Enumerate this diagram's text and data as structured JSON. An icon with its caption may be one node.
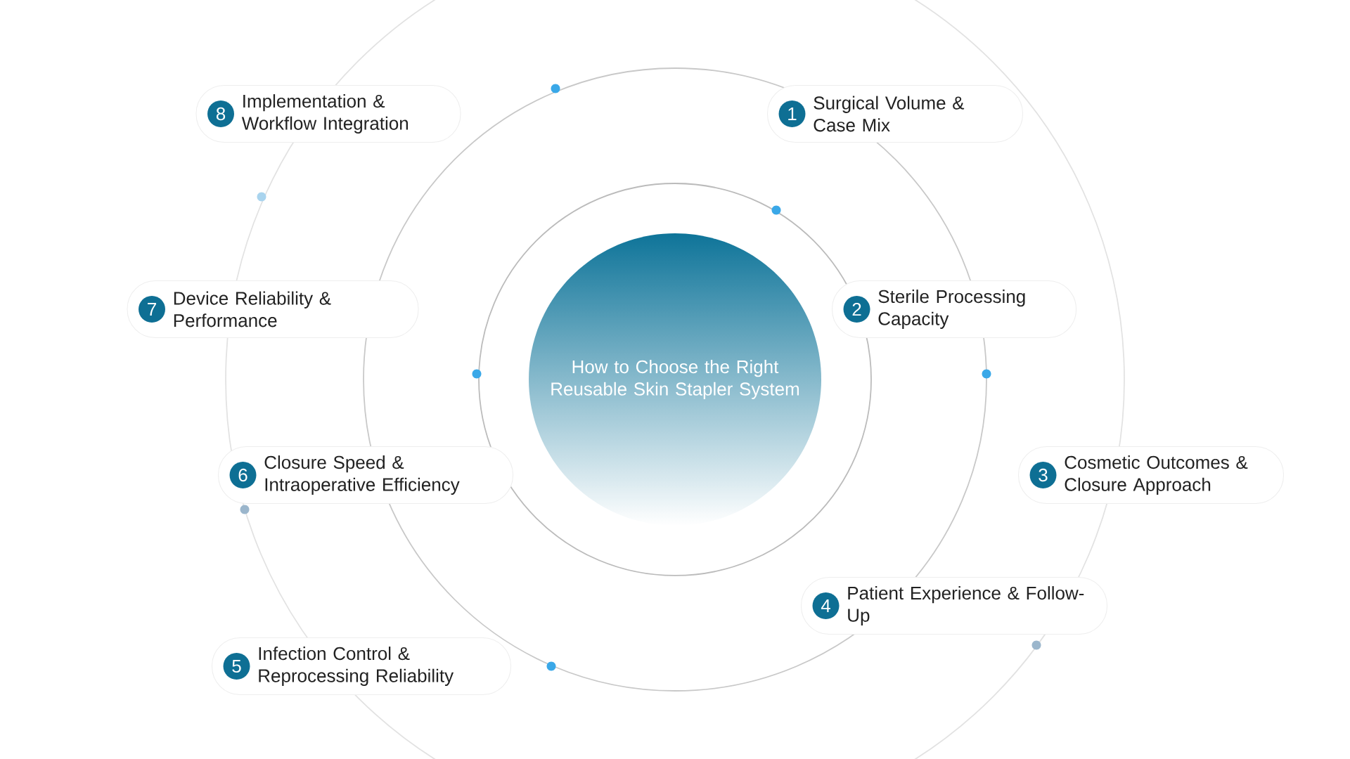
{
  "diagram": {
    "nodes": [
      {
        "text": [
          "How to Choose the Right Reusable Skin Stapler System"
        ]
      },
      {
        "text": [
          "1",
          "Surgical Volume & Case Mix"
        ]
      },
      {
        "text": [
          "2",
          "Sterile Processing Capacity"
        ]
      },
      {
        "text": [
          "3",
          "Cosmetic Outcomes & Closure Approach"
        ]
      },
      {
        "text": [
          "4",
          "Patient Experience & Follow-Up"
        ]
      },
      {
        "text": [
          "5",
          "Infection Control & Reprocessing Reliability"
        ]
      },
      {
        "text": [
          "6",
          "Closure Speed & Intraoperative Efficiency"
        ]
      },
      {
        "text": [
          "7",
          "Device Reliability & Performance"
        ]
      },
      {
        "text": [
          "8",
          "Implementation & Workflow Integration"
        ]
      }
    ]
  }
}
